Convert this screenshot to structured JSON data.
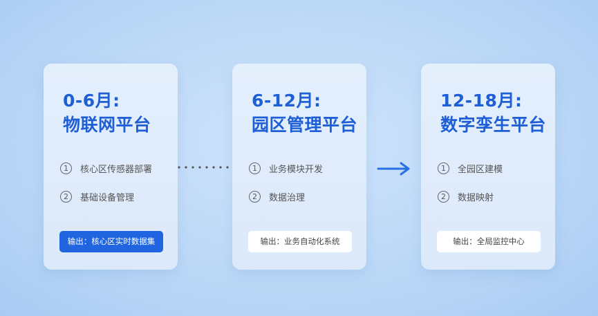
{
  "stages": [
    {
      "title_line1": "0-6月:",
      "title_line2": "物联网平台",
      "items": [
        {
          "num": "1",
          "text": "核心区传感器部署"
        },
        {
          "num": "2",
          "text": "基础设备管理"
        }
      ],
      "output": "输出：核心区实时数据集"
    },
    {
      "title_line1": "6-12月:",
      "title_line2": "园区管理平台",
      "items": [
        {
          "num": "1",
          "text": "业务模块开发"
        },
        {
          "num": "2",
          "text": "数据治理"
        }
      ],
      "output": "输出：业务自动化系统"
    },
    {
      "title_line1": "12-18月:",
      "title_line2": "数字孪生平台",
      "items": [
        {
          "num": "1",
          "text": "全园区建模"
        },
        {
          "num": "2",
          "text": "数据映射"
        }
      ],
      "output": "输出：全局监控中心"
    }
  ],
  "colors": {
    "accent": "#1f5fd6",
    "output_primary": "#2064e0",
    "dots": "#555555",
    "arrow": "#2a6fe6"
  },
  "connectors": [
    "dotted-line",
    "arrow-right"
  ]
}
